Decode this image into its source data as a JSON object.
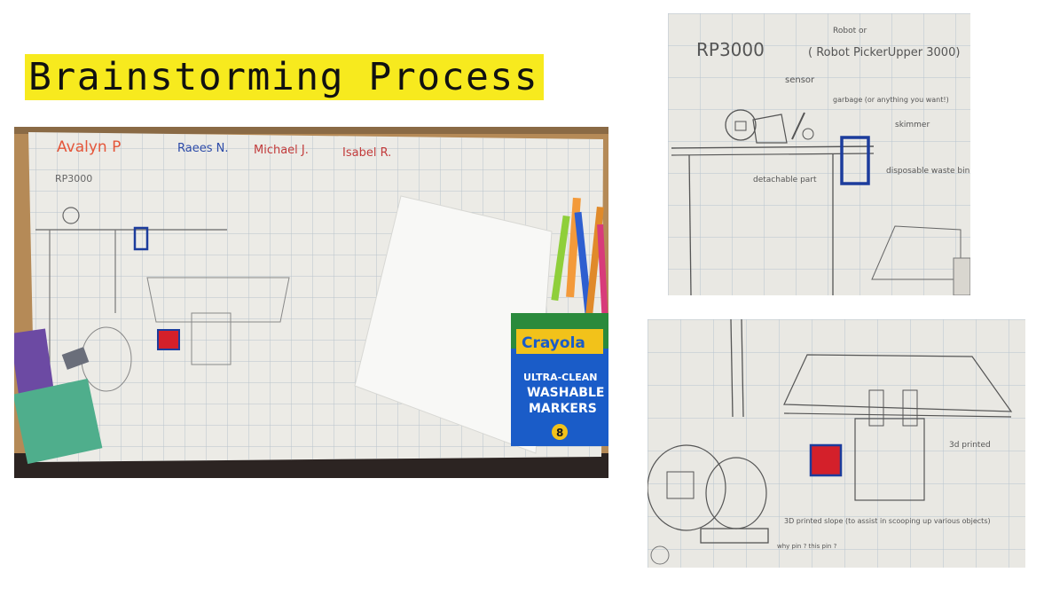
{
  "slide": {
    "title": "Brainstorming Process"
  },
  "photo_main": {
    "names": [
      "Avalyn P",
      "Raees N.",
      "Michael J.",
      "Isabel R."
    ],
    "sketch_title": "RP3000",
    "marker_box": {
      "brand": "Crayola",
      "line1": "ULTRA-CLEAN",
      "line2": "WASHABLE",
      "line3": "MARKERS",
      "count": "8"
    }
  },
  "photo_top_right": {
    "title": "RP3000",
    "subtitle_top": "Robot or",
    "subtitle": "( Robot  PickerUpper 3000)",
    "labels": {
      "sensor": "sensor",
      "garbage": "garbage (or anything you want!)",
      "skimmer": "skimmer",
      "detachable": "detachable part",
      "bin": "disposable waste bin"
    }
  },
  "photo_bottom_right": {
    "labels": {
      "printed": "3d printed",
      "slope": "3D printed slope (to assist in scooping up various objects)",
      "note": "why pin ? this pin ?"
    }
  },
  "colors": {
    "highlight": "#f7ea1e",
    "grid_paper": "#ecebe6",
    "grid_line": "#b9c3cc",
    "red_square": "#d4202a",
    "blue_bin": "#1c3c9c"
  }
}
